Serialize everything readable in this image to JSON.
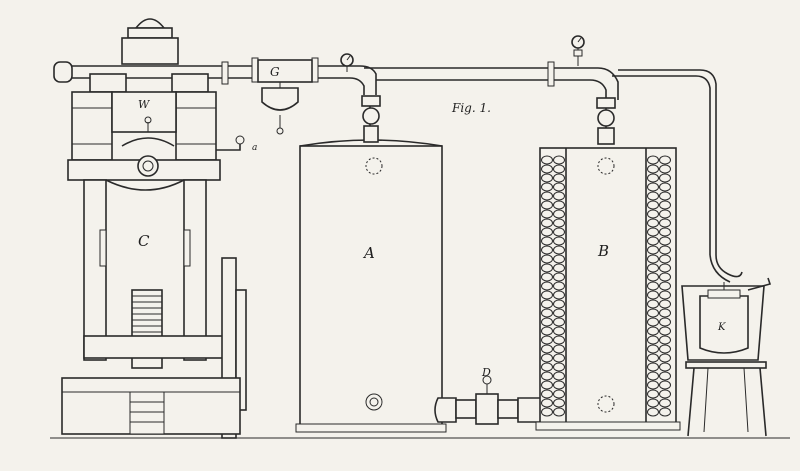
{
  "figure": {
    "caption": "Fig. 1.",
    "labels": {
      "compressor": "C",
      "top_unit": "W",
      "separator": "G",
      "tank_a": "A",
      "tank_b": "B",
      "valve_d": "D",
      "vessel_k": "K",
      "small_a": "a"
    }
  },
  "colors": {
    "paper": "#f4f2ec",
    "ink": "#2a2a2a"
  }
}
